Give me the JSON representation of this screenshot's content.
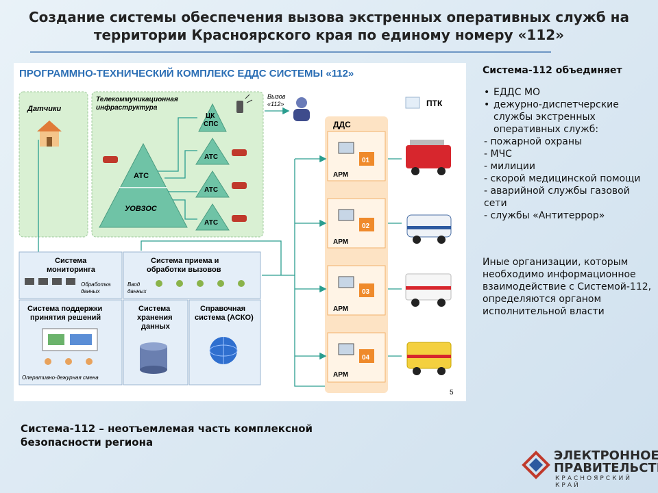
{
  "slide": {
    "title": "Создание системы обеспечения вызова экстренных оперативных служб на территории Красноярского края по единому номеру «112»",
    "footer": "Система-112 – неотъемлемая часть комплексной безопасности региона",
    "page_number": "5"
  },
  "diagram": {
    "header": "ПРОГРАММНО-ТЕХНИЧЕСКИЙ КОМПЛЕКС ЕДДС СИСТЕМЫ «112»",
    "sensors": "Датчики",
    "telecom": "Телекоммуникационная инфраструктура",
    "call112": "Вызов «112»",
    "ptk": "ПТК",
    "dds": "ДДС",
    "cs_sps": "ЦК СПС",
    "ats": "АТС",
    "uovzos": "УОВЗОС",
    "arm": "АРМ",
    "units": [
      "01",
      "02",
      "03",
      "04"
    ],
    "monitoring": "Система мониторинга",
    "processing": "Обработка данных",
    "reception": "Система приема и обработки вызовов",
    "input": "Ввод данных",
    "decision": "Система поддержки принятия решений",
    "shift": "Оперативно-дежурная смена",
    "storage": "Система хранения данных",
    "reference": "Справочная система (АСКО)"
  },
  "right": {
    "heading": "Система-112 объединяет",
    "bullets": [
      "ЕДДС МО",
      "дежурно-диспетчерские службы экстренных оперативных служб:"
    ],
    "dashes": [
      "- пожарной охраны",
      "- МЧС",
      "- милиции",
      "- скорой медицинской помощи",
      "- аварийной службы газовой сети",
      "-  службы «Антитеррор»"
    ],
    "other": "Иные организации, которым необходимо информационное взаимодействие с Системой-112, определяются органом исполнительной власти"
  },
  "logo": {
    "line1": "ЭЛЕКТРОННОЕ",
    "line2": "ПРАВИТЕЛЬСТВО",
    "line3": "КРАСНОЯРСКИЙ КРАЙ"
  },
  "colors": {
    "accent": "#6d96c4",
    "green_zone": "#d9f0d3",
    "blue_zone": "#e4eef8",
    "triangle": "#6fc3a6",
    "orange_zone": "#fde3c4"
  }
}
